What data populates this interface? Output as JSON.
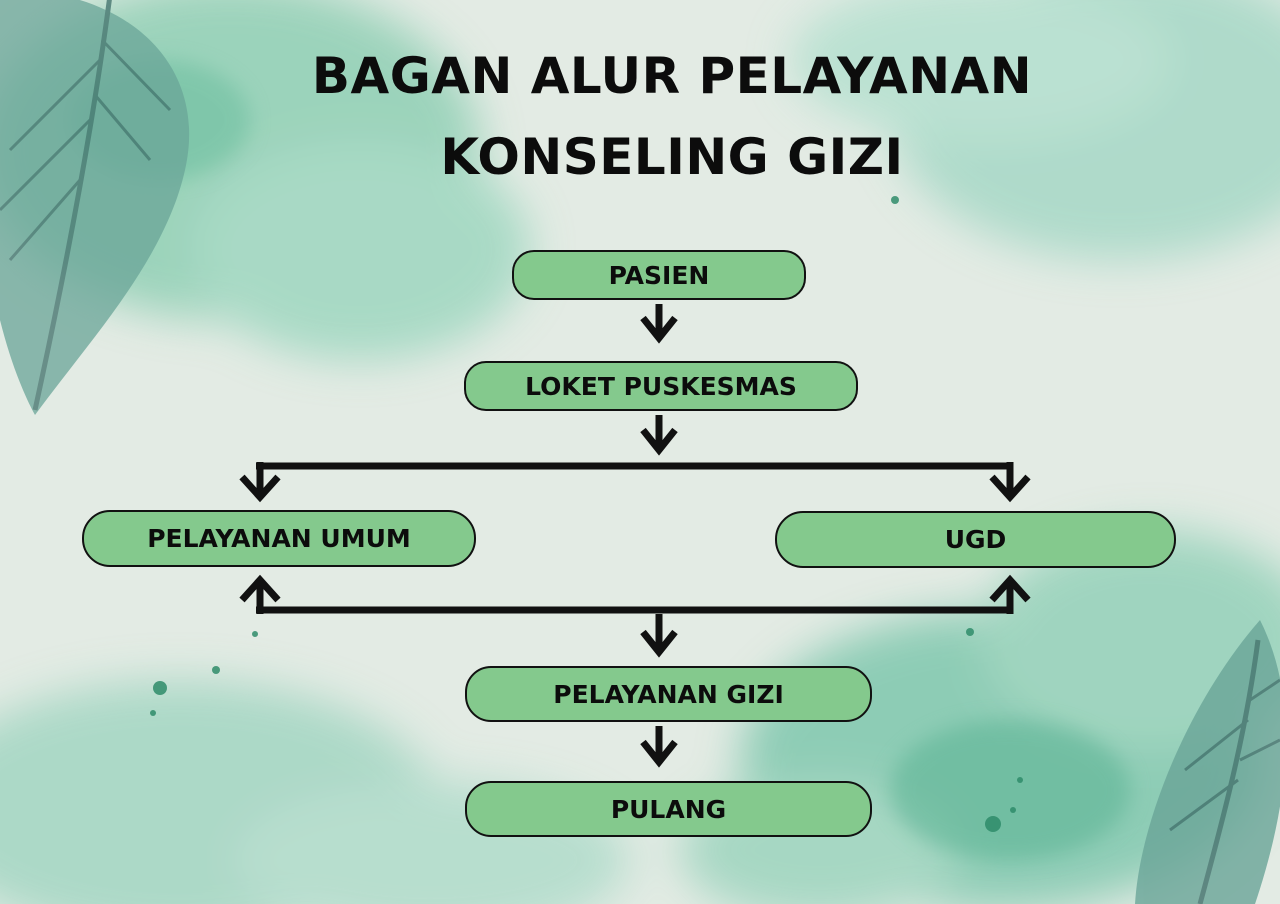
{
  "title": {
    "line1": "BAGAN ALUR PELAYANAN",
    "line2": "KONSELING GIZI"
  },
  "nodes": {
    "pasien": "PASIEN",
    "loket": "LOKET PUSKESMAS",
    "umum": "PELAYANAN UMUM",
    "ugd": "UGD",
    "gizi": "PELAYANAN GIZI",
    "pulang": "PULANG"
  },
  "colors": {
    "node_fill": "#84c98d",
    "node_border": "#111111",
    "arrow": "#111111",
    "background": "#dfe9e2",
    "watercolor": "#9fd4c0",
    "leaf": "#6fa79c"
  },
  "edges": [
    {
      "from": "PASIEN",
      "to": "LOKET PUSKESMAS"
    },
    {
      "from": "LOKET PUSKESMAS",
      "to": "PELAYANAN UMUM"
    },
    {
      "from": "LOKET PUSKESMAS",
      "to": "UGD"
    },
    {
      "from": "PELAYANAN UMUM",
      "to": "PELAYANAN GIZI"
    },
    {
      "from": "UGD",
      "to": "PELAYANAN GIZI"
    },
    {
      "from": "PELAYANAN GIZI",
      "to": "PULANG"
    }
  ]
}
